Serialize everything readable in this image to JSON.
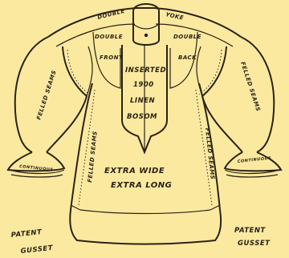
{
  "diagram": {
    "labels": {
      "double_left": "DOUBLE",
      "yoke": "YOKE",
      "double_front_a": "DOUBLE",
      "double_front_b": "DOUBLE",
      "front": "FRONT",
      "back": "BACK",
      "bosom_1": "INSERTED",
      "bosom_2": "1900",
      "bosom_3": "LINEN",
      "bosom_4": "BOSOM",
      "felled_upper_left": "FELLED SEAMS",
      "felled_upper_right": "FELLED SEAMS",
      "felled_lower_left": "FELLED SEAMS",
      "felled_lower_right": "FELLED SEAMS",
      "body_1": "EXTRA WIDE",
      "body_2": "EXTRA LONG",
      "cuff_left": "CONTINUOUS",
      "cuff_right": "CONTINUOUS",
      "patent_left": "PATENT",
      "gusset_left": "GUSSET",
      "patent_right": "PATENT",
      "gusset_right": "GUSSET"
    },
    "colors": {
      "paper": "#fbe9a0",
      "ink": "#2a2214"
    }
  }
}
